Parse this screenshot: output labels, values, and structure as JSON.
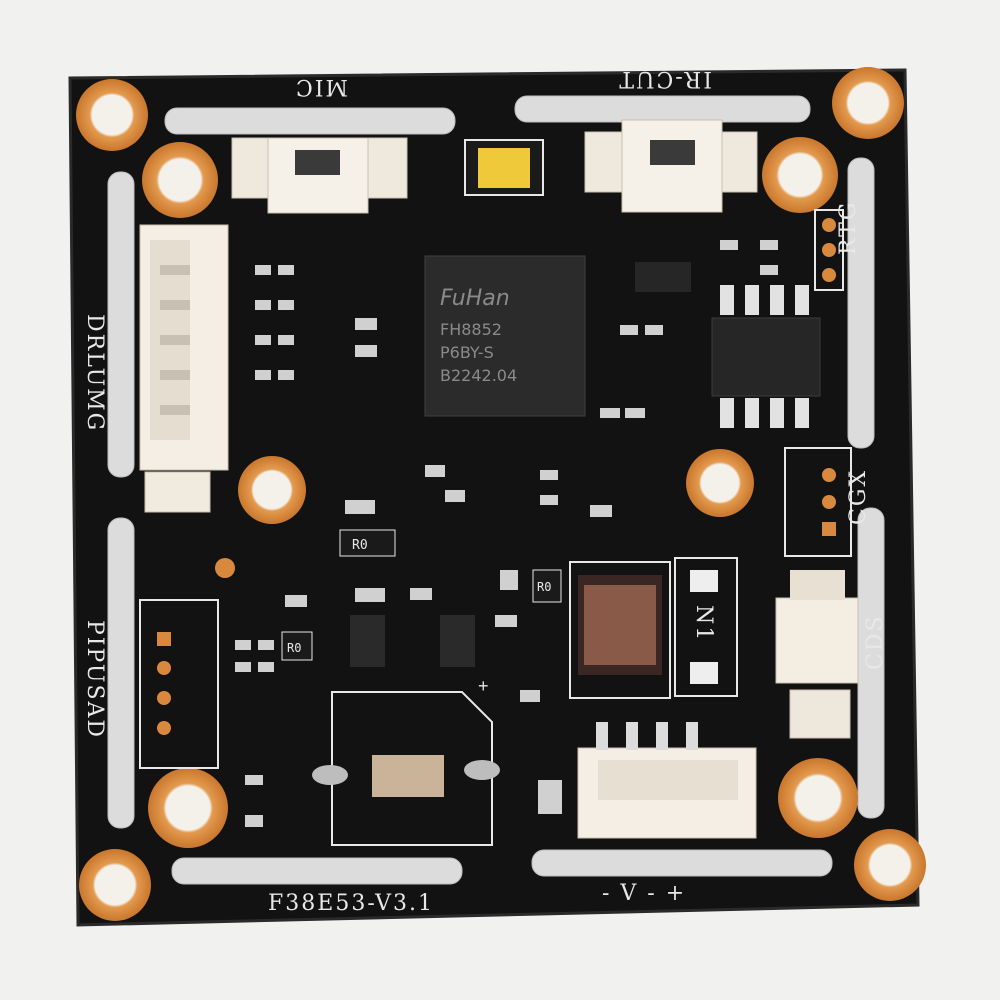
{
  "board": {
    "model": "F38E53-V3.1",
    "connector_labels": {
      "mic": "MIC",
      "ir_cut": "IR-CUT",
      "rtg": "RTG",
      "drlumg": "DRLUMG",
      "cgx": "CGX",
      "cds": "CDS",
      "pi_pusad": "PIPUSAD",
      "bottom_v": "- V - +"
    },
    "chip": {
      "brand": "FuHan",
      "line1": "FH8852",
      "line2": "P6BY-S",
      "line3": "B2242.04"
    },
    "smd_marks": {
      "r0_a": "R0",
      "r0_b": "R0",
      "r0_c": "R0",
      "n1": "N1",
      "plus": "+"
    }
  },
  "colors": {
    "background": "#f1f1ef",
    "pcb": "#121212",
    "pad_gold": "#d9893e",
    "silkscreen": "#e8e8e8",
    "connector": "#f2ece3",
    "led": "#f0c93a"
  }
}
